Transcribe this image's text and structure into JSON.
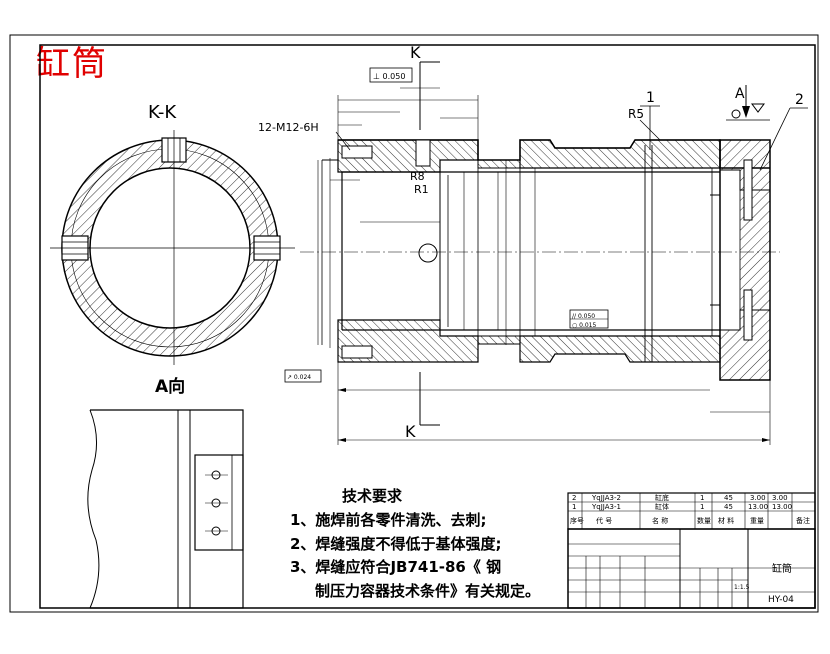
{
  "title_stamp": "缸筒",
  "section_labels": {
    "k_section": "K-K",
    "a_view": "A向",
    "k_top": "K",
    "k_bottom": "K",
    "a_mark": "A",
    "thread": "12-M12-6H",
    "r5": "R5",
    "r8": "R8",
    "r1": "R1",
    "balloon_1": "1",
    "balloon_2": "2",
    "perp_tol": "⊥ 0.050",
    "par_tol_1": "// 0.050",
    "par_tol_2": "○ 0.015",
    "runout_tol": "↗ 0.024"
  },
  "tech_notes": {
    "heading": "技术要求",
    "line1": "1、施焊前各零件清洗、去刺;",
    "line2": "2、焊缝强度不得低于基体强度;",
    "line3": "3、焊缝应符合JB741-86《  钢",
    "line4": "制压力容器技术条件》有关规定。"
  },
  "bom": {
    "rows": [
      {
        "no": "2",
        "code": "YqJJA3-2",
        "name": "缸底",
        "qty": "1",
        "material": "45",
        "w1": "3.00",
        "w2": "3.00"
      },
      {
        "no": "1",
        "code": "YqJJA3-1",
        "name": "缸体",
        "qty": "1",
        "material": "45",
        "w1": "13.00",
        "w2": "13.00"
      }
    ],
    "header": {
      "no": "序号",
      "code": "代 号",
      "name": "名 称",
      "qty": "数量",
      "material": "材 料",
      "weight": "重量",
      "note": "备注"
    }
  },
  "title_block": {
    "part_name": "缸筒",
    "drawing_no": "HY-04",
    "scale": "1:1.5"
  }
}
